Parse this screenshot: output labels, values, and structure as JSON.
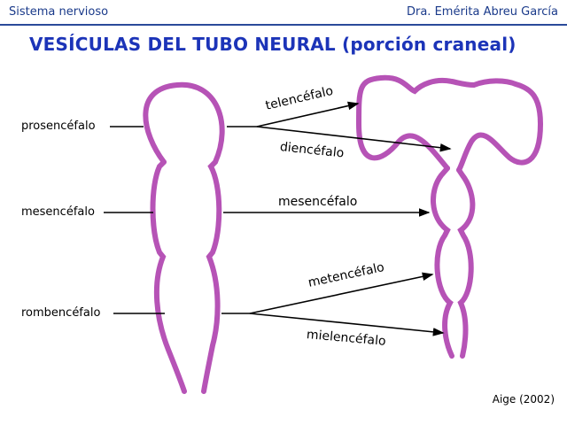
{
  "header": {
    "left": "Sistema nervioso",
    "right": "Dra. Emérita Abreu García"
  },
  "title": "VESÍCULAS DEL TUBO NEURAL (porción craneal)",
  "left_labels": {
    "prosencefalo": "prosencéfalo",
    "mesencefalo": "mesencéfalo",
    "rombencefalo": "rombencéfalo"
  },
  "arrow_labels": {
    "telencefalo": "telencéfalo",
    "diencefalo": "diencéfalo",
    "mesencefalo": "mesencéfalo",
    "metencefalo": "metencéfalo",
    "mielencefalo": "mielencéfalo"
  },
  "credit": "Aige (2002)",
  "colors": {
    "tube": "#b653b6",
    "title": "#1c34b8",
    "header": "#1a3a8a"
  }
}
